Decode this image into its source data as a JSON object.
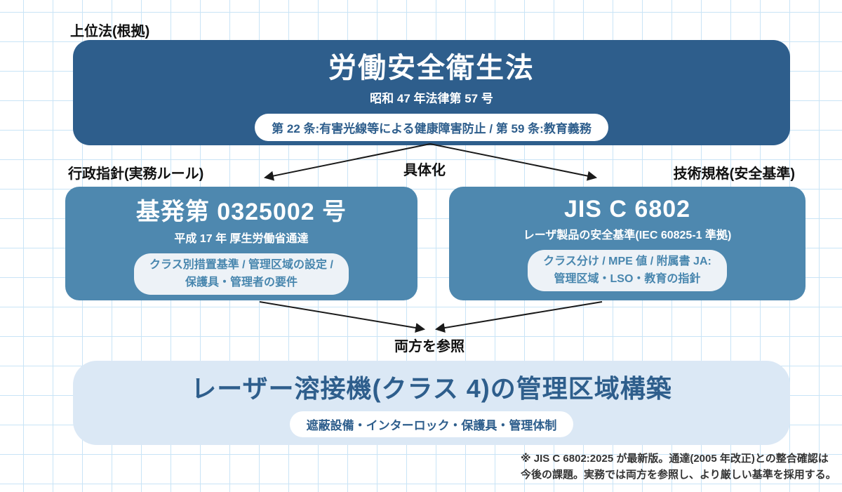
{
  "diagram": {
    "top_label": "上位法(根拠)",
    "law_box": {
      "title": "労働安全衛生法",
      "subtitle": "昭和 47 年法律第 57 号",
      "pill": "第 22 条:有害光線等による健康障害防止 / 第 59 条:教育義務"
    },
    "concretize_label": "具体化",
    "left_branch_label": "行政指針(実務ルール)",
    "right_branch_label": "技術規格(安全基準)",
    "directive_box": {
      "title": "基発第 0325002 号",
      "subtitle": "平成 17 年 厚生労働省通達",
      "pill_line1": "クラス別措置基準 / 管理区域の設定 /",
      "pill_line2": "保護具・管理者の要件"
    },
    "standard_box": {
      "title": "JIS C 6802",
      "subtitle": "レーザ製品の安全基準(IEC 60825-1 準拠)",
      "pill_line1": "クラス分け / MPE 値 / 附属書 JA:",
      "pill_line2": "管理区域・LSO・教育の指針"
    },
    "merge_label": "両方を参照",
    "result_box": {
      "title": "レーザー溶接機(クラス 4)の管理区域構築",
      "pill": "遮蔽設備・インターロック・保護具・管理体制"
    },
    "footnote_line1": "※ JIS C 6802:2025 が最新版。通達(2005 年改正)との整合確認は",
    "footnote_line2": "今後の課題。実務では両方を参照し、より厳しい基準を採用する。",
    "colors": {
      "law_box_bg": "#2e5e8c",
      "branch_box_bg": "#4e88af",
      "result_box_bg": "#dbe8f5",
      "pill_white_bg": "#ffffff",
      "pill_frost_bg": "#edf2f7",
      "pill_text_dark": "#2e5e8c",
      "pill_text_mid": "#4886ae",
      "grid_line": "#c9e4f6",
      "arrow": "#1a1a1a"
    }
  }
}
